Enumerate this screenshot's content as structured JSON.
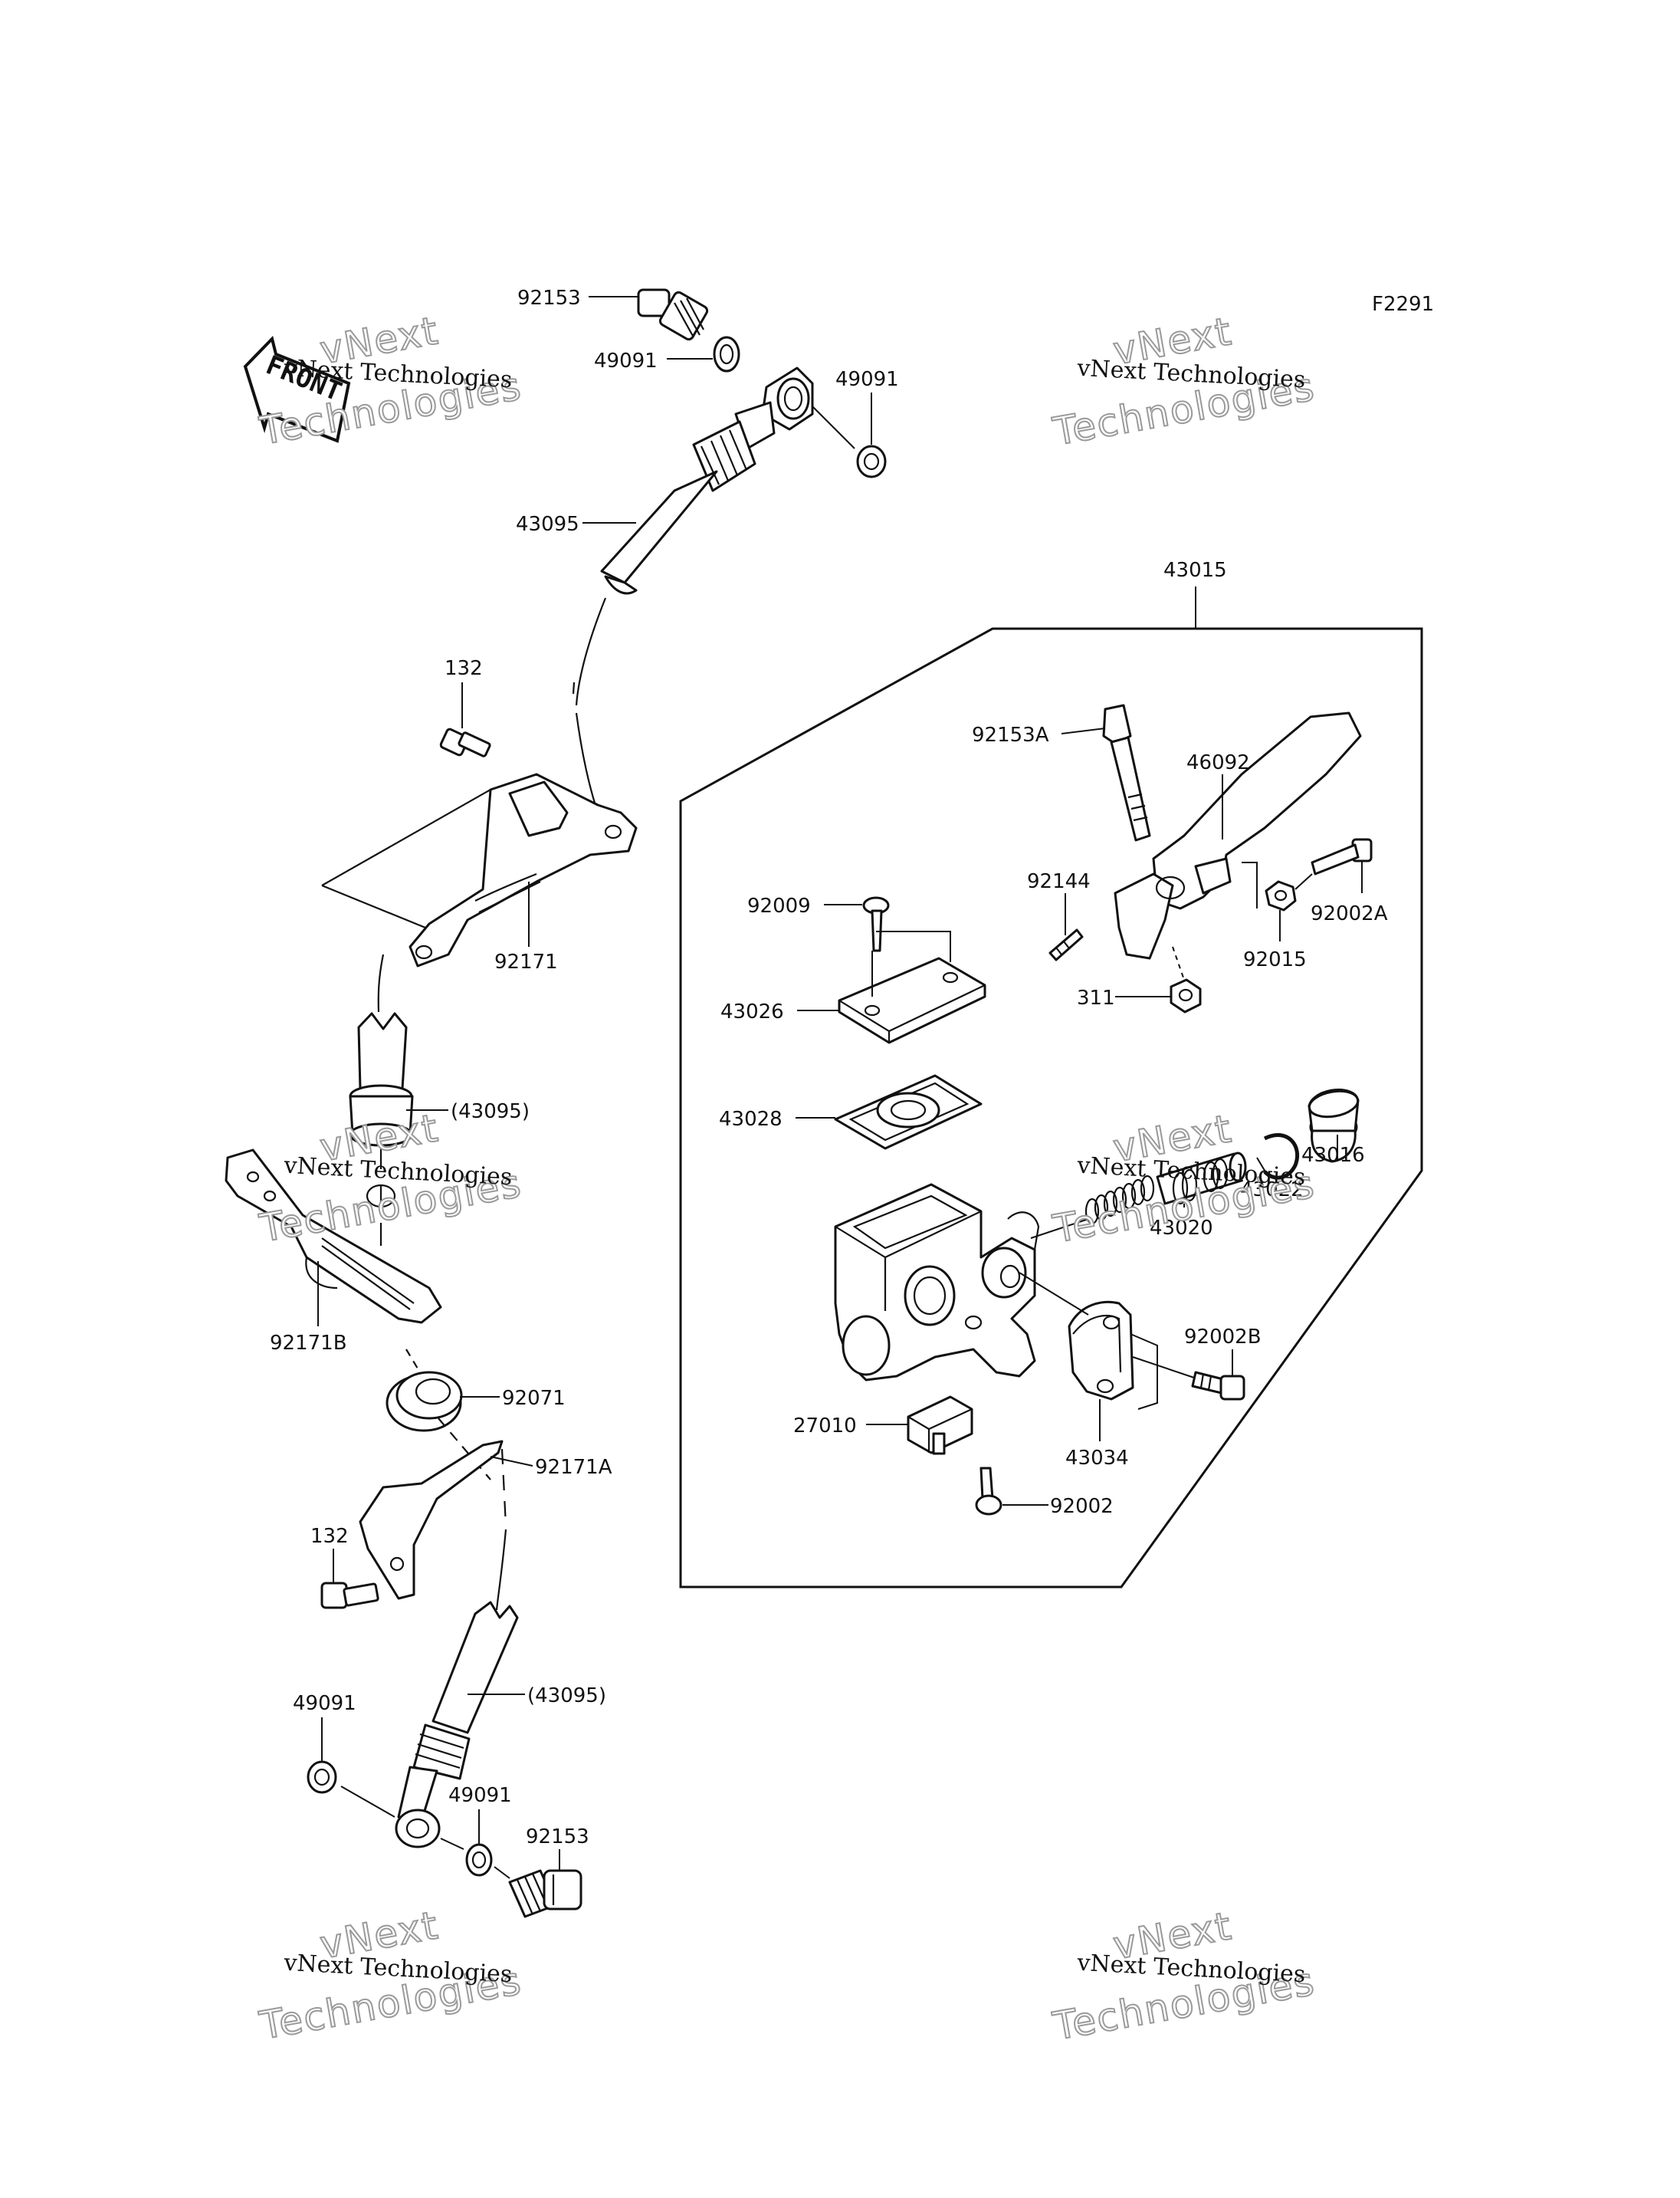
{
  "diagram_code": "F2291",
  "watermark": {
    "line1": "vNext",
    "line2": "Technologies",
    "small": "vNext Technologies"
  },
  "front_label": "FRONT",
  "callouts": {
    "92153_top": "92153",
    "49091_a": "49091",
    "49091_b": "49091",
    "43095_top": "43095",
    "132_top": "132",
    "92171": "92171",
    "43095_mid": "(43095)",
    "92171B": "92171B",
    "92071": "92071",
    "92171A": "92171A",
    "132_bottom": "132",
    "43095_bottom": "(43095)",
    "49091_c": "49091",
    "49091_d": "49091",
    "92153_bottom": "92153",
    "43015": "43015",
    "92153A": "92153A",
    "46092": "46092",
    "92009": "92009",
    "92144": "92144",
    "92002A": "92002A",
    "43026": "43026",
    "92015": "92015",
    "311": "311",
    "43028": "43028",
    "43016": "43016",
    "43022": "43022",
    "43020": "43020",
    "92002B": "92002B",
    "27010": "27010",
    "43034": "43034",
    "92002": "92002"
  }
}
